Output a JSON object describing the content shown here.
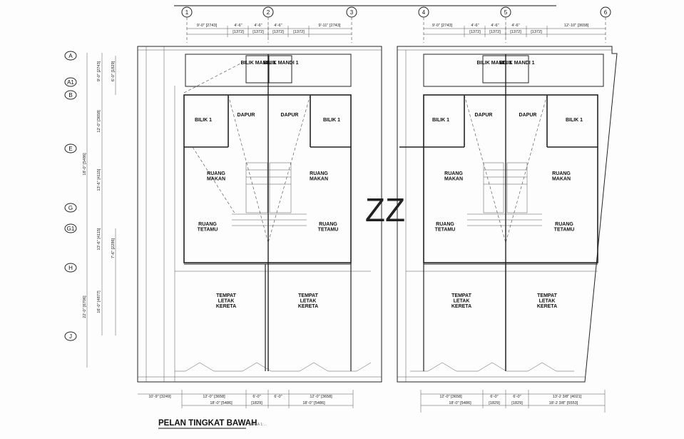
{
  "plan_title": "PELAN TINGKAT BAWAH",
  "plan_scale": "SKALA 1:…",
  "center_mark": "ZZ",
  "grid_columns": [
    "1",
    "2",
    "3",
    "4",
    "5",
    "6"
  ],
  "grid_rows": [
    "A",
    "A1",
    "B",
    "E",
    "G",
    "G1",
    "H",
    "J"
  ],
  "rooms": {
    "bilik_mandi": "BILIK MANDI 1",
    "bilik": "BILIK 1",
    "dapur": "DAPUR",
    "ruang_makan": "RUANG MAKAN",
    "ruang_tetamu": "RUANG TETAMU",
    "tempat_letak_kereta": "TEMPAT LETAK KERETA"
  },
  "top_dims_left": [
    "9'-0\" [2743]",
    "4'-6\"",
    "4'-6\"",
    "4'-6\"",
    "9'-11\" [2743]"
  ],
  "top_dims_left_mm": [
    "[1372]",
    "[1372]",
    "[1372]",
    "[1372]"
  ],
  "top_dims_right": [
    "9'-0\" [2743]",
    "4'-6\"",
    "4'-6\"",
    "4'-6\"",
    "12'-10\" [3658]"
  ],
  "top_dims_right_mm": [
    "[1372]",
    "[1372]",
    "[1372]",
    "[1372]"
  ],
  "left_dims_outer": [
    "9'-0\" [2743]",
    "12'-0\" [3658]",
    "18'-0\" [5486]",
    "13'-6\" [4115]",
    "13'-6\" [4115]",
    "22'-0\" [6706]"
  ],
  "left_dims_inner": [
    "6'-0\" [1829]",
    "7'-6\" [2286]",
    "16'-0\" [4877]"
  ],
  "bottom_dims_left_a": [
    "10'-9\" [3249]",
    "12'-0\" [3658]",
    "6'-0\"",
    "6'-0\"",
    "12'-0\" [3658]"
  ],
  "bottom_dims_left_b": [
    "18'-0\" [5486]",
    "[1829]",
    "18'-0\" [5486]"
  ],
  "bottom_dims_right_a": [
    "12'-0\" [3658]",
    "6'-0\"",
    "6'-0\"",
    "13'-2 3/8\" [4021]"
  ],
  "bottom_dims_right_b": [
    "18'-0\" [5486]",
    "[1829]",
    "[1829]",
    "18'-2 3/8\" [5553]"
  ]
}
